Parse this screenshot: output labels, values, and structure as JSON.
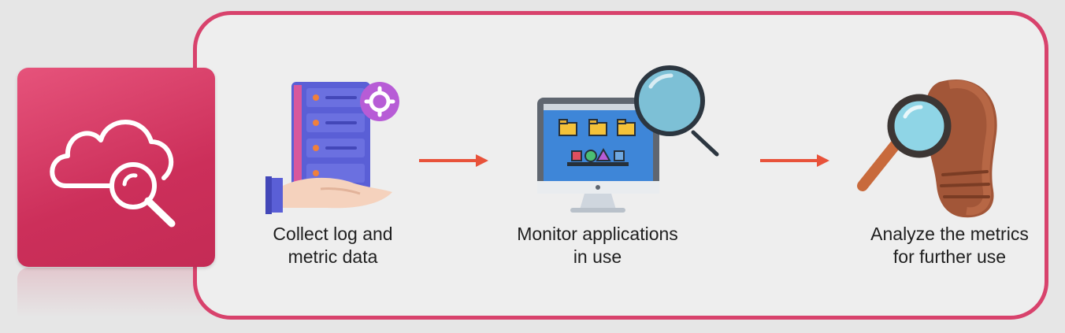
{
  "steps": [
    {
      "line1": "Collect log and",
      "line2": "metric data",
      "icon": "server-hand-icon"
    },
    {
      "line1": "Monitor applications",
      "line2": "in use",
      "icon": "monitor-magnifier-icon"
    },
    {
      "line1": "Analyze the metrics",
      "line2": "for further use",
      "icon": "footprint-magnifier-icon"
    }
  ],
  "colors": {
    "frame": "#d8426c",
    "tile": "#d63a64",
    "arrow": "#e8523a"
  },
  "service_icon": "cloud-search-icon"
}
